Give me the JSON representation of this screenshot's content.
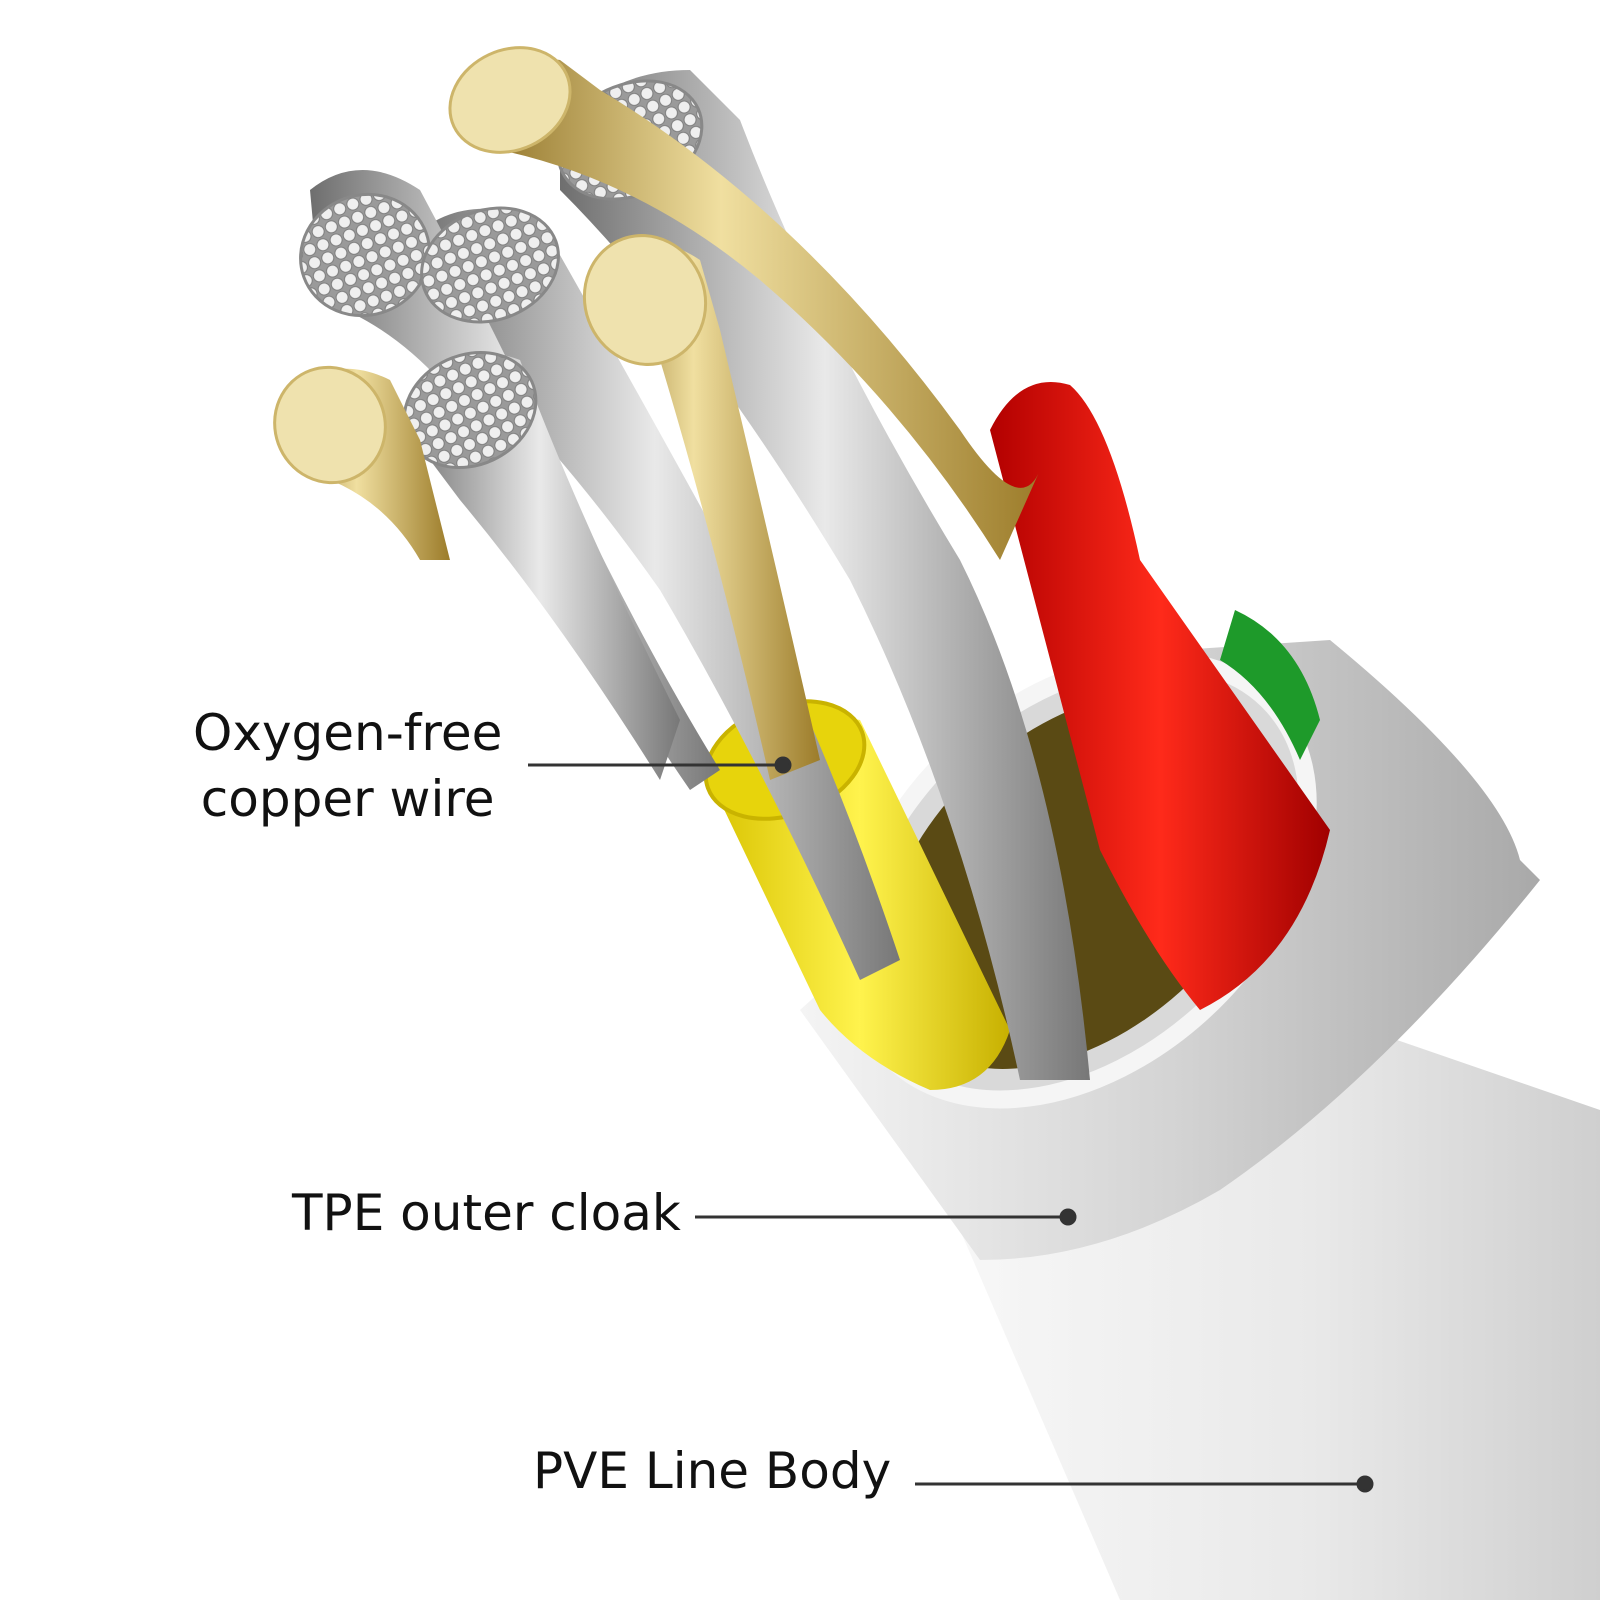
{
  "labels": {
    "oxygen_free_line1": "Oxygen-free",
    "oxygen_free_line2": "copper wire",
    "tpe": "TPE outer cloak",
    "pve": "PVE Line Body"
  },
  "colors": {
    "background": "#ffffff",
    "text": "#111111",
    "leader_line": "#333333",
    "copper": "#e9d9a4",
    "copper_dark": "#b59a4c",
    "tinned_strand": "#c9c9c9",
    "red_insulation": "#e01010",
    "yellow_insulation": "#f2e10f",
    "green_insulation": "#1e9a2a",
    "outer_jacket": "#eeeeee"
  },
  "icons": [
    "cable-cross-section-illustration"
  ]
}
